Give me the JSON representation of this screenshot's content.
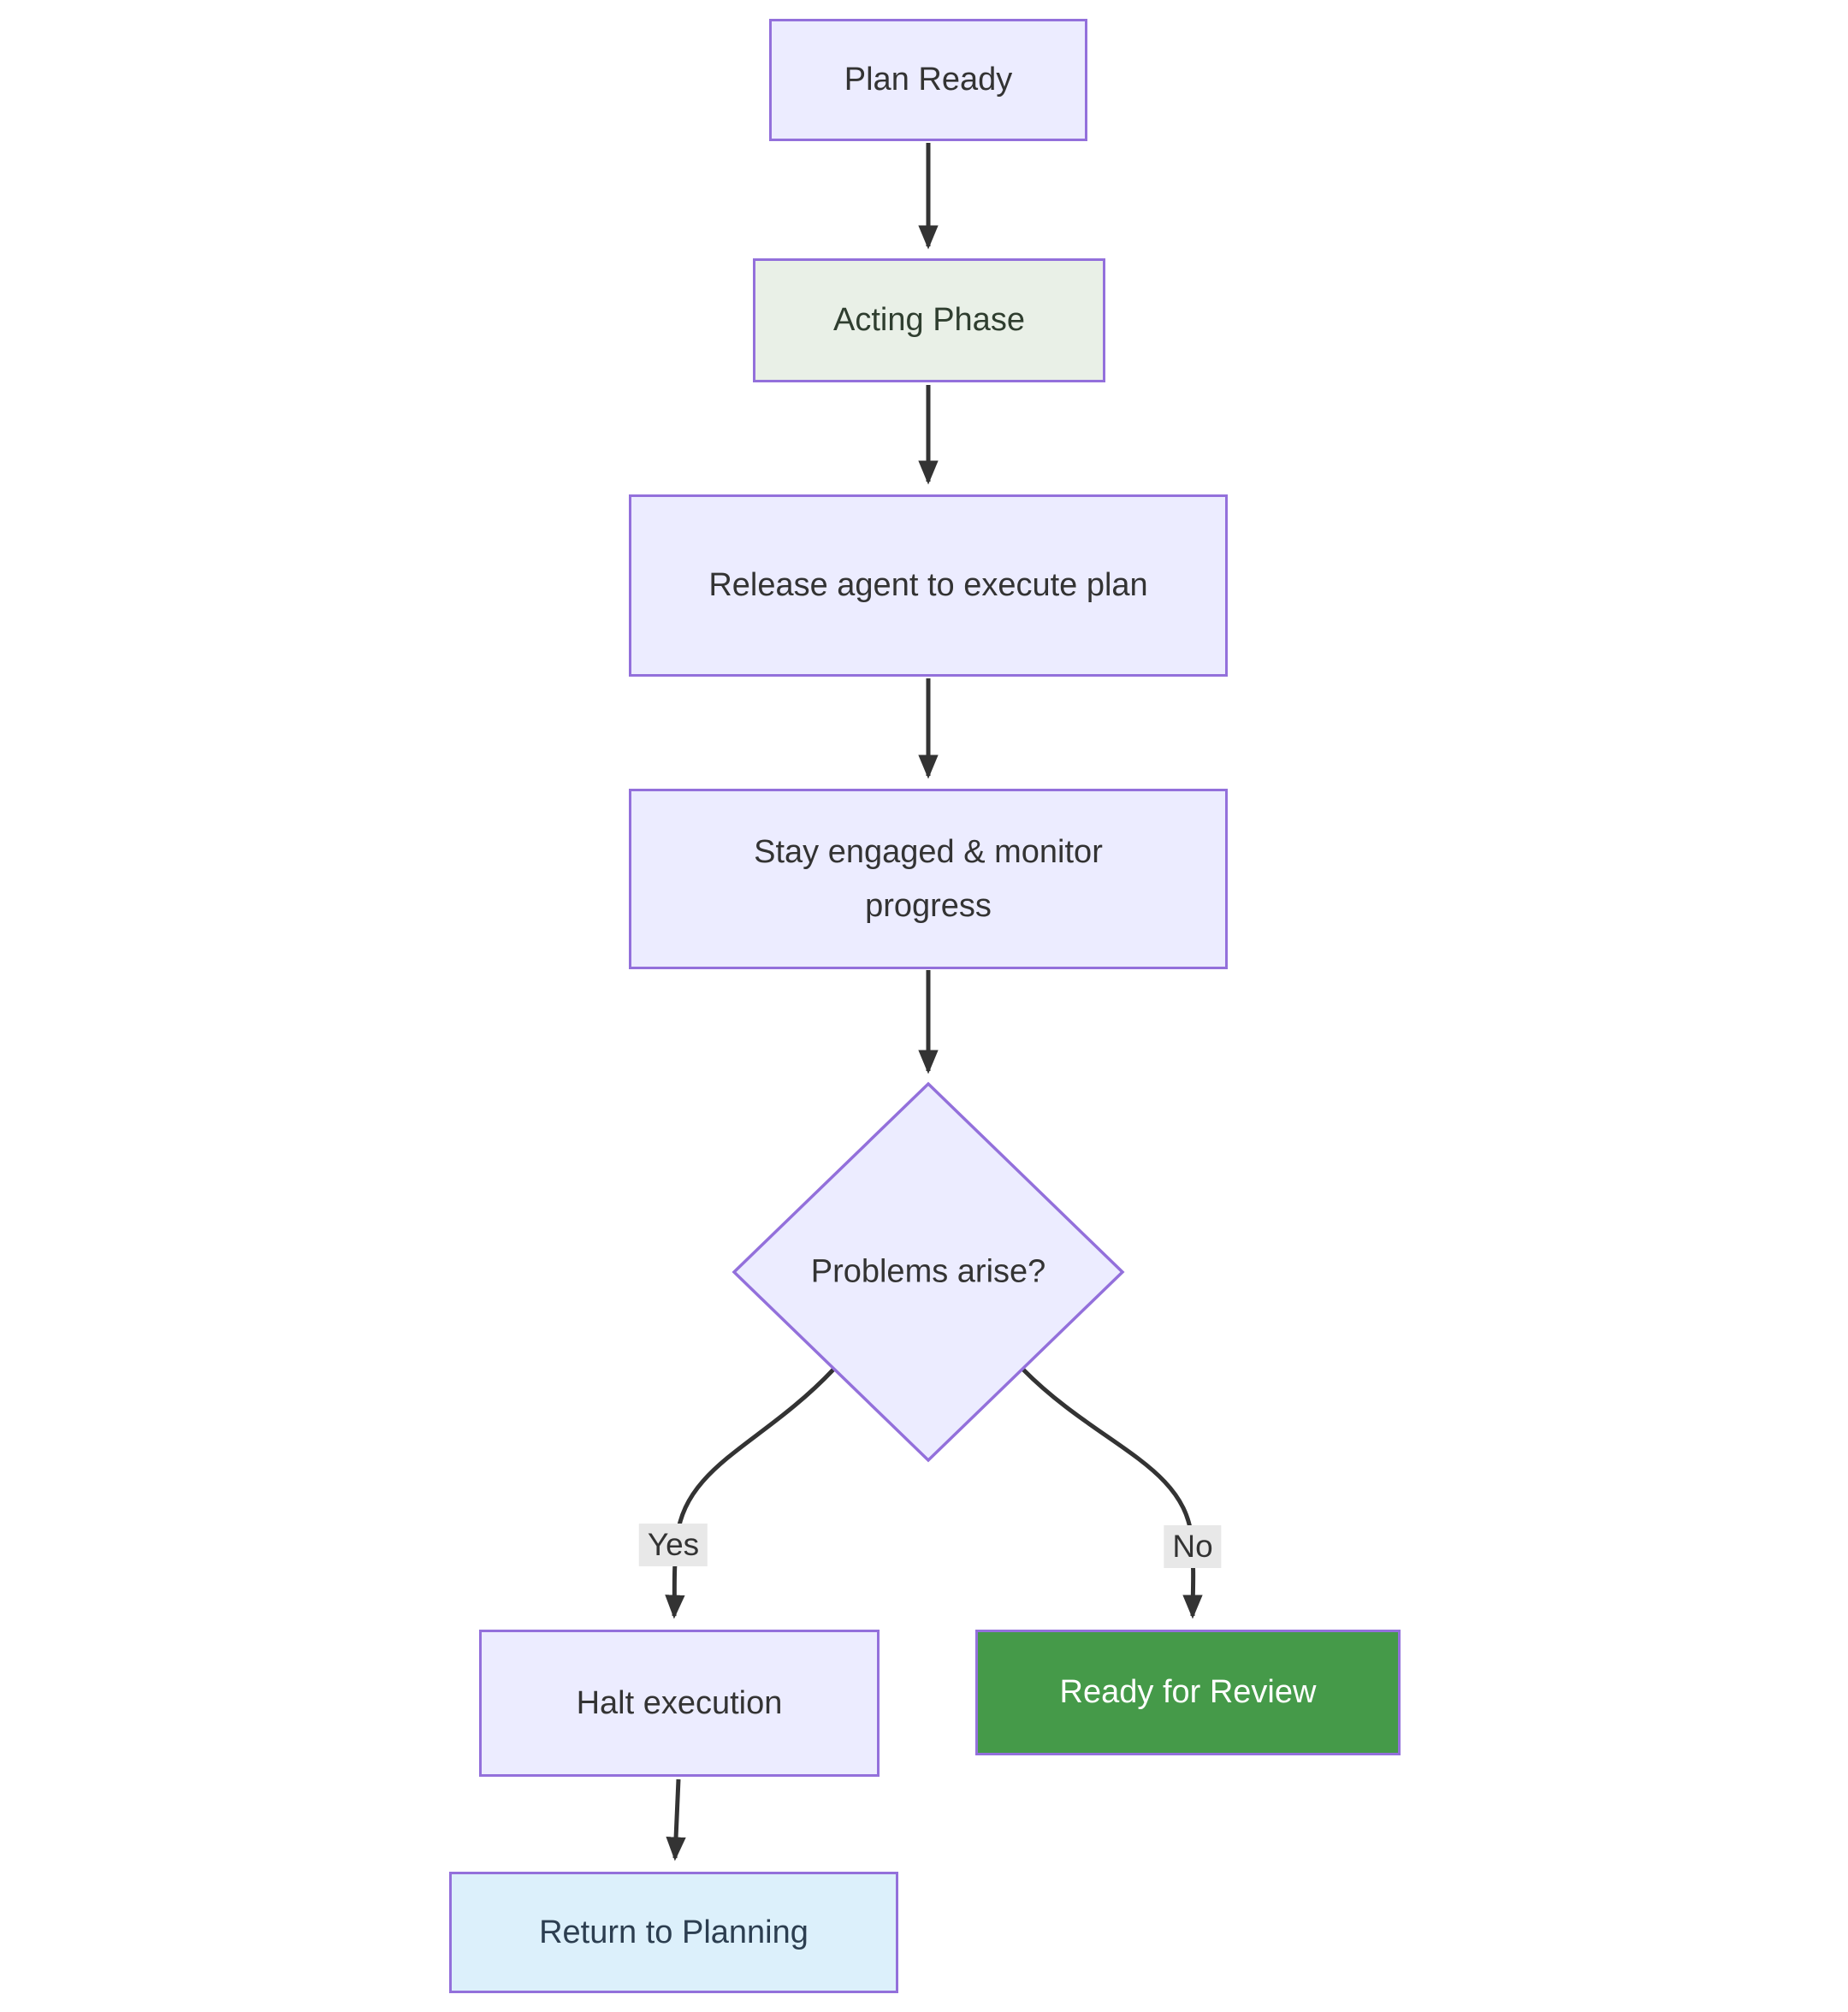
{
  "diagram": {
    "type": "flowchart",
    "nodes": {
      "plan_ready": "Plan Ready",
      "acting_phase": "Acting Phase",
      "release_agent": "Release agent to execute plan",
      "stay_engaged": "Stay engaged & monitor progress",
      "problems_arise": "Problems arise?",
      "halt_execution": "Halt execution",
      "ready_for_review": "Ready for Review",
      "return_to_planning": "Return to Planning"
    },
    "edge_labels": {
      "yes": "Yes",
      "no": "No"
    },
    "colors": {
      "node_fill": "#ECECFF",
      "node_border": "#9370DB",
      "acting_fill": "#E9F0E7",
      "acting_text": "#2F3E2F",
      "review_fill": "#459A49",
      "review_text": "#FFFFFF",
      "return_fill": "#DCF0FB",
      "return_text": "#2C3E50",
      "edge_color": "#333333",
      "edge_label_bg": "#E8E8E8",
      "text_color": "#333333"
    }
  }
}
